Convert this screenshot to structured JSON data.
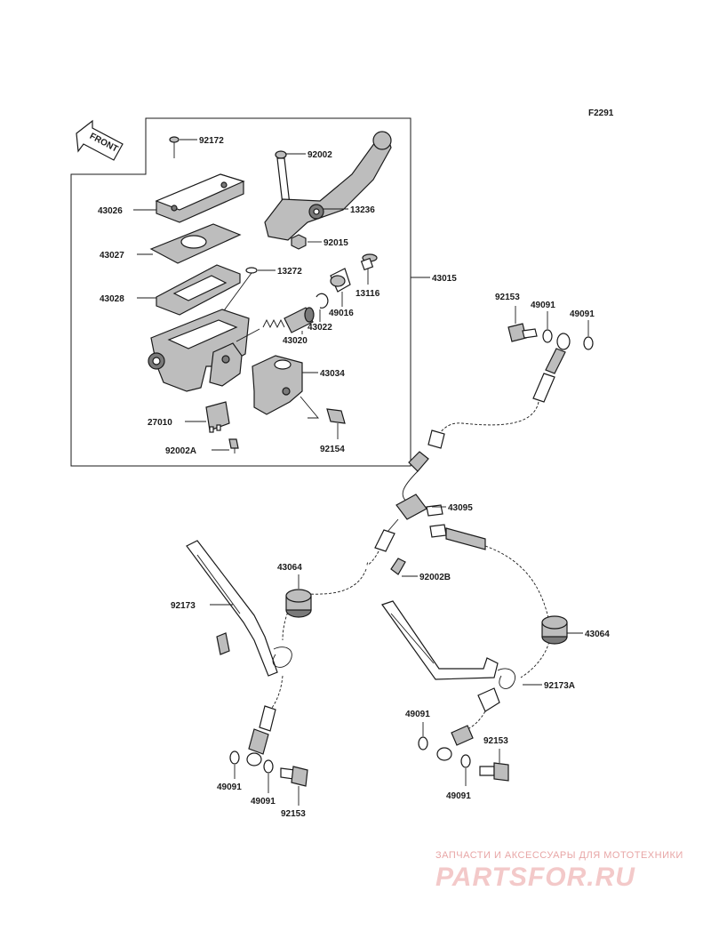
{
  "diagram_code": "F2291",
  "front_label": "FRONT",
  "parts": {
    "p92172": "92172",
    "p92002": "92002",
    "p43026": "43026",
    "p13236": "13236",
    "p43027": "43027",
    "p92015": "92015",
    "p13272": "13272",
    "p43015": "43015",
    "p43028": "43028",
    "p13116": "13116",
    "p49016": "49016",
    "p43022": "43022",
    "p43020": "43020",
    "p43034": "43034",
    "p27010": "27010",
    "p92154": "92154",
    "p92002A": "92002A",
    "p92153_top": "92153",
    "p49091_top1": "49091",
    "p49091_top2": "49091",
    "p43095": "43095",
    "p43064_left": "43064",
    "p92002B": "92002B",
    "p92173": "92173",
    "p43064_right": "43064",
    "p92173A": "92173A",
    "p49091_br1": "49091",
    "p92153_br": "92153",
    "p49091_br2": "49091",
    "p49091_bl1": "49091",
    "p49091_bl2": "49091",
    "p92153_bl": "92153"
  },
  "watermark": {
    "tagline": "ЗАПЧАСТИ И АКСЕССУАРЫ ДЛЯ МОТОТЕХНИКИ",
    "brand": "PARTSFOR.RU"
  },
  "colors": {
    "line": "#1a1a1a",
    "part_fill": "#bdbdbd",
    "watermark": "#e8a6a6"
  }
}
